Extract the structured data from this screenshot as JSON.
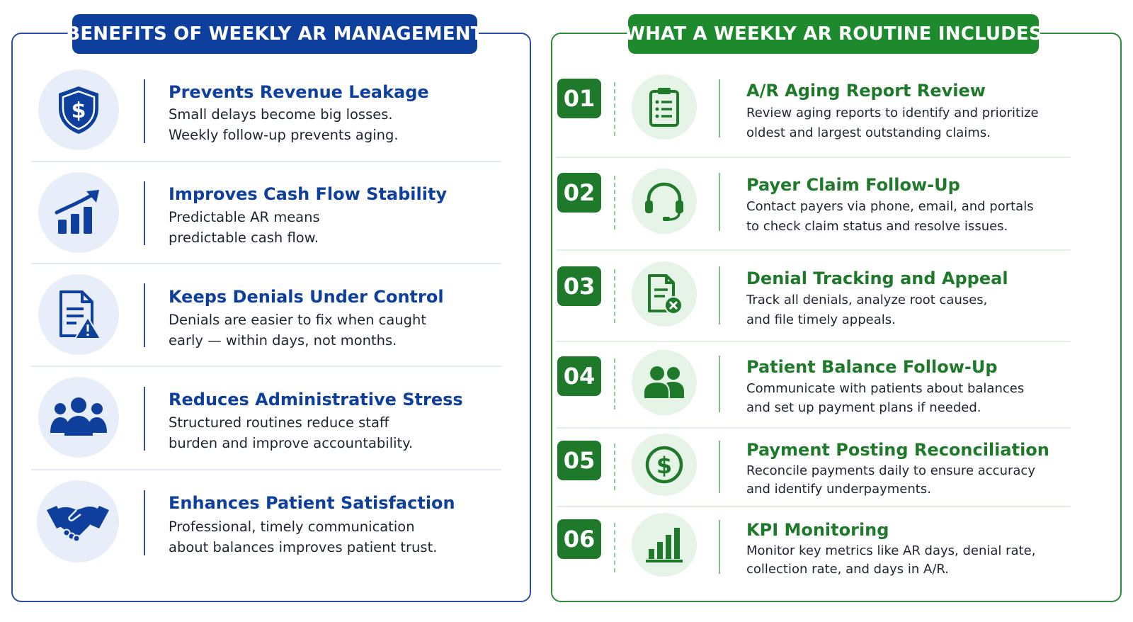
{
  "left": {
    "heading": "BENEFITS OF WEEKLY AR MANAGEMENT",
    "items": [
      {
        "title": "Prevents Revenue Leakage",
        "line1": "Small delays become big losses.",
        "line2": "Weekly follow-up prevents aging.",
        "icon": "shield-dollar-icon"
      },
      {
        "title": "Improves Cash Flow Stability",
        "line1": "Predictable AR means",
        "line2": "predictable cash flow.",
        "icon": "growth-chart-icon"
      },
      {
        "title": "Keeps Denials Under Control",
        "line1": "Denials are easier to fix when caught",
        "line2": "early — within days, not months.",
        "icon": "document-warning-icon"
      },
      {
        "title": "Reduces Administrative Stress",
        "line1": "Structured routines reduce staff",
        "line2": "burden and improve accountability.",
        "icon": "team-icon"
      },
      {
        "title": "Enhances Patient Satisfaction",
        "line1": "Professional, timely communication",
        "line2": "about balances improves patient trust.",
        "icon": "handshake-icon"
      }
    ]
  },
  "right": {
    "heading": "WHAT A WEEKLY AR ROUTINE INCLUDES",
    "items": [
      {
        "num": "01",
        "title": "A/R Aging Report Review",
        "line1": "Review aging reports to identify and prioritize",
        "line2": "oldest and largest outstanding claims.",
        "icon": "clipboard-icon"
      },
      {
        "num": "02",
        "title": "Payer Claim Follow-Up",
        "line1": "Contact payers via phone, email, and portals",
        "line2": "to check claim status and resolve issues.",
        "icon": "headset-icon"
      },
      {
        "num": "03",
        "title": "Denial Tracking and Appeal",
        "line1": "Track all denials, analyze root causes,",
        "line2": "and file timely appeals.",
        "icon": "document-denied-icon"
      },
      {
        "num": "04",
        "title": "Patient Balance Follow-Up",
        "line1": "Communicate with patients about balances",
        "line2": "and set up payment plans if needed.",
        "icon": "patients-icon"
      },
      {
        "num": "05",
        "title": "Payment Posting Reconciliation",
        "line1": "Reconcile payments daily to ensure accuracy",
        "line2": "and identify underpayments.",
        "icon": "dollar-coin-icon"
      },
      {
        "num": "06",
        "title": "KPI Monitoring",
        "line1": "Monitor key metrics like AR days, denial rate,",
        "line2": "collection rate, and days in A/R.",
        "icon": "bar-chart-icon"
      }
    ]
  },
  "colors": {
    "blue": "#0e3f9c",
    "green": "#1e7a2a",
    "blue_border": "#2a4fa3",
    "green_border": "#2e8b3a"
  }
}
